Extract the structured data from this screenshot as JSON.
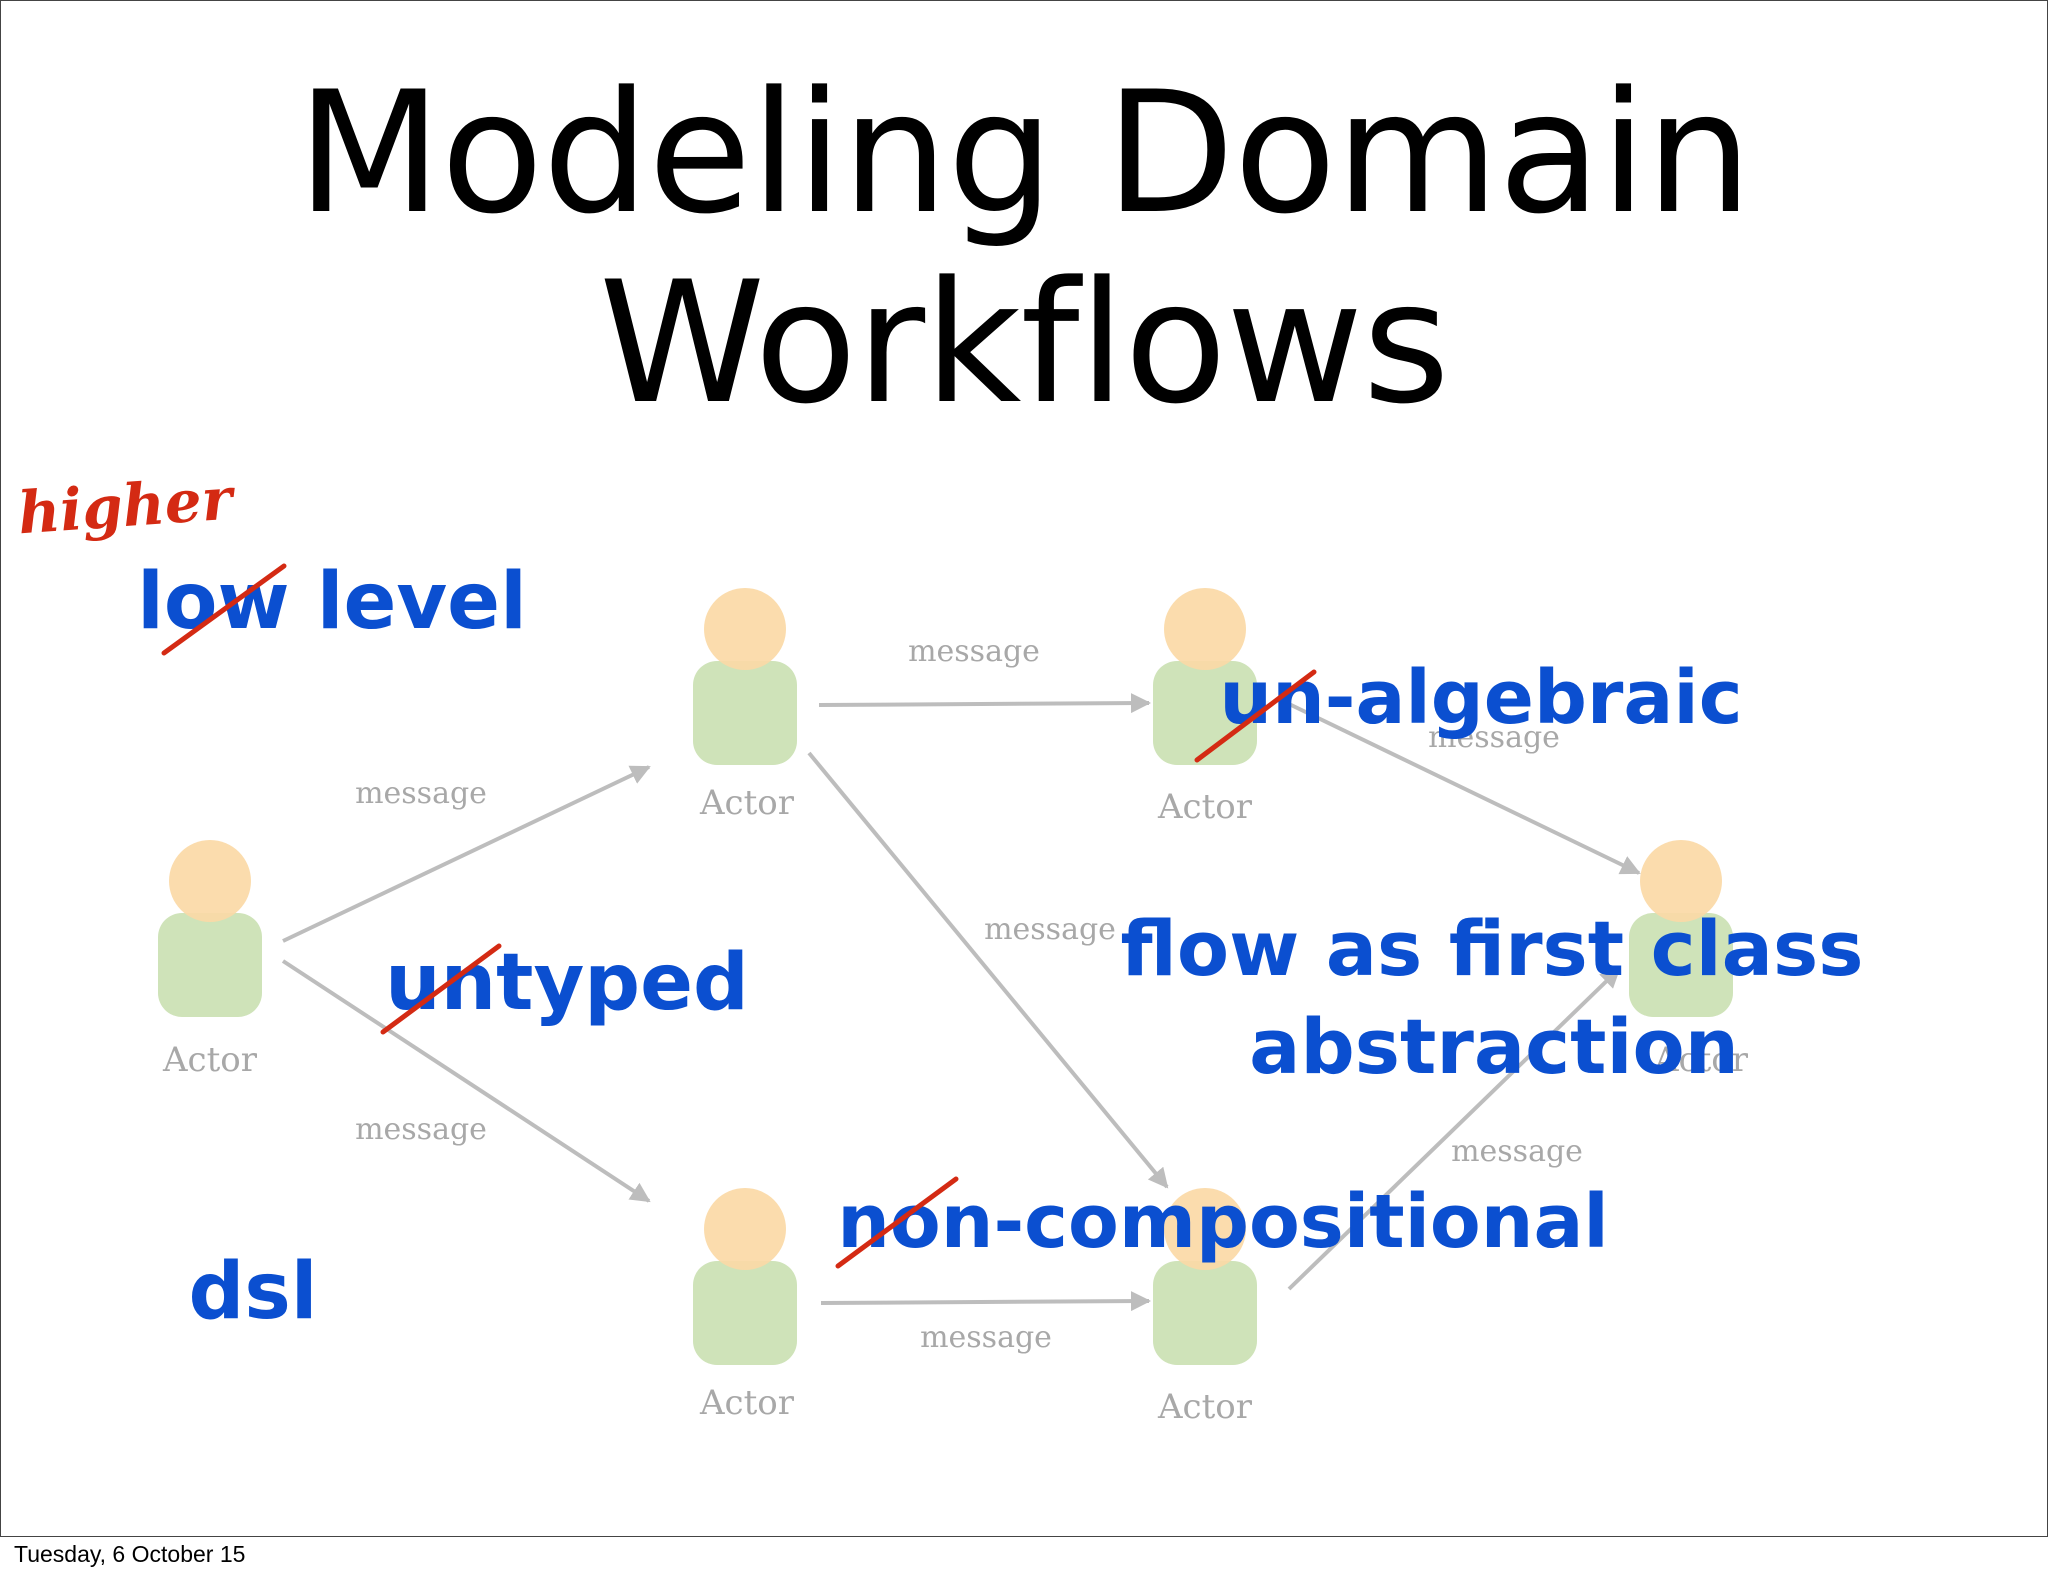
{
  "slide": {
    "title_line1": "Modeling Domain",
    "title_line2": "Workflows",
    "footer": "Tuesday, 6 October 15"
  },
  "diagram": {
    "actor_label": "Actor",
    "message_label": "message",
    "actor_count": 6,
    "message_count": 7,
    "colors": {
      "actor_head": "#fbd9a6",
      "actor_body": "#cfe3b9",
      "arrow": "#bdbdbd",
      "label_gray": "#a8a8a8"
    }
  },
  "annotations": {
    "low_level": "low level",
    "higher": "higher",
    "untyped": "untyped",
    "un_algebraic": "un-algebraic",
    "flow_line1": "flow as first class",
    "flow_line2": "abstraction",
    "non_compositional": "non-compositional",
    "dsl": "dsl",
    "struck_out": [
      "low",
      "untyped",
      "un-algebraic",
      "non-compositional"
    ],
    "colors": {
      "blue": "#0b4fd0",
      "red": "#d42a13"
    }
  }
}
